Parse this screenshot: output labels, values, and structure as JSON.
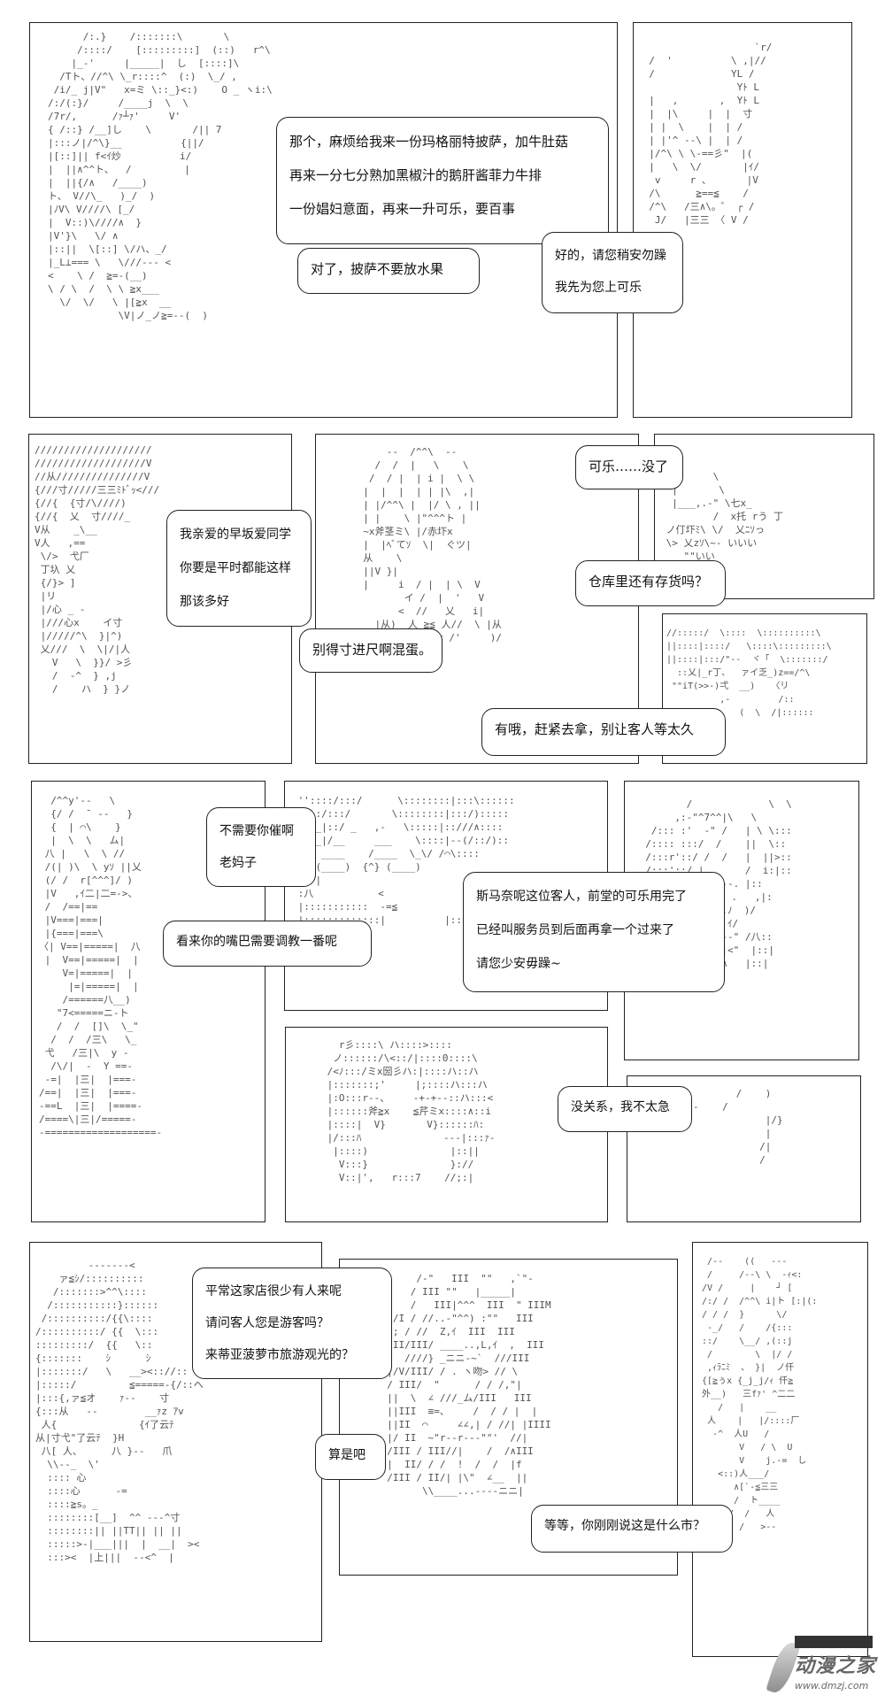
{
  "page": {
    "type": "manga-page",
    "style": "ASCII-art comic"
  },
  "panels": [
    {
      "id": "p1",
      "bubbles": [
        {
          "lines": [
            "那个，麻烦给我来一份玛格丽特披萨，加牛肚菇",
            "再来一分七分熟加黑椒汁的鹅肝酱菲力牛排",
            "一份娼妇意面，再来一升可乐，要百事"
          ]
        },
        {
          "lines": [
            "对了，披萨不要放水果"
          ]
        }
      ]
    },
    {
      "id": "p2",
      "bubbles": [
        {
          "lines": [
            "好的，请您稍安勿躁",
            "我先为您上可乐"
          ]
        }
      ]
    },
    {
      "id": "p3",
      "bubbles": [
        {
          "lines": [
            "我亲爱的早坂爱同学",
            "你要是平时都能这样",
            "那该多好"
          ]
        }
      ]
    },
    {
      "id": "p4",
      "bubbles": [
        {
          "lines": [
            "可乐……没了"
          ]
        },
        {
          "lines": [
            "仓库里还有存货吗？"
          ]
        },
        {
          "lines": [
            "别得寸进尺啊混蛋。"
          ]
        },
        {
          "lines": [
            "有哦，赶紧去拿，别让客人等太久"
          ]
        }
      ]
    },
    {
      "id": "p7",
      "bubbles": [
        {
          "lines": [
            "不需要你催啊",
            "老妈子"
          ]
        },
        {
          "lines": [
            "看来你的嘴巴需要调教一番呢"
          ]
        }
      ]
    },
    {
      "id": "p8",
      "bubbles": [
        {
          "lines": [
            "斯马奈呢这位客人，前堂的可乐用完了",
            "已经叫服务员到后面再拿一个过来了",
            "请您少安毋躁~"
          ]
        }
      ]
    },
    {
      "id": "p10",
      "bubbles": [
        {
          "lines": [
            "没关系，我不太急"
          ]
        }
      ]
    },
    {
      "id": "p12",
      "bubbles": [
        {
          "lines": [
            "平常这家店很少有人来呢",
            "请问客人您是游客吗？",
            "来蒂亚菠萝市旅游观光的？"
          ]
        }
      ]
    },
    {
      "id": "p13",
      "bubbles": [
        {
          "lines": [
            "算是吧"
          ]
        },
        {
          "lines": [
            "等等，你刚刚说这是什么市？"
          ]
        }
      ]
    }
  ],
  "ascii_art": {
    "p1": "      /:.}    /:::::::\\       \\\n     /::::/    [:::::::::]  (::)   r^\\\n    |_-'     |_____|  し  [::::]\\\n  /Tト、//^\\ \\_r::::^  (:)  \\_/ ,\n /i/_ j|V\"   x=ミ \\::_}<:)    O _ ヽi:\\\n/:/(:}/     /____j  \\  \\\n/7r/,      /ｧ┴ｧ'     V'\n{ /::} /__]し    \\       /|| 7\n|:::ノ|/^\\}__          {||/\n|[::]|| f<ｲ炒          i/\n|  ||∧^^ト、  /         |\n|  ||{/∧   /____)\nト、 V//\\_   )_/  )\n|ﾉV\\ V////\\ [_/\n|  V::)\\////∧  }\n|V'}\\   \\/ ∧\n|::||  \\[::] \\/ハ、_/\n|_L⊥=== \\   \\///--- <\n<    \\ /  ≧=-(__)\n\\ / \\  /  \\ \\ ≧x___\n  \\/  \\/   \\ |[≧x  __\n            \\V|ノ_ノ≧=--(  )",
    "p2": "                    `r/\n  /  '          \\ ,|//\n  /             YL /\n                 Yﾄ L\n  |   ,       ,  Yﾄ L\n  |  |\\     |  |  寸\n  | |  \\    |  | /\n  | |'^ --\\ |  | /\n  |/^\\ \\ \\-==彡\"  |(\n  |   \\  \\/       |ｲ/\n   v     r 、      |V\n  /\\      ≧==≦    /\n  /^\\   /三∧\\。゜ ┌ /\n   J/   |三三 〈 V / ",
    "p3": "////////////////////\n///////////////////V\n//从///////////////V\n{///寸/////三三ﾐﾄﾞｯ<///\n{//{  {寸/\\////)\n{//{  乂  寸////_\nV从    _\\__\nV人   ,==\n \\/>  弋厂\n 丁圦 乂\n {/}> ]\n |リ\n |/心 _ -\n |///心x    イ寸\n |/////^\\  }|^)\n 乂///  \\  \\|/|人\n   V   \\  }}/ >彡\n   /  -^  } ,j\n   /    ハ  } }ノ",
    "p4": "      --  /^^\\  --\n    /  /  |   \\    \\\n   /  / |  | i |  \\ \\\n  |  |  |  | | |\\  ,|\n  | |/^^\\ |  |/ \\ , ||\n  | |    \\ |\"^^^ト |\n  ~x斧茎ミ\\ |/赤圷x\n  |  |ﾍﾞてｿ  \\|  ぐツ|\n  从    \\\n  ||V }|\n  |     i  / |  | \\  V\n         イ /  |  '   V\n        <  //   乂   i|\n    |从)  人 ≧≦ 人//  \\ |从\n    ||ノ  |  \">< /'     )/\n    乂-==[    /=\n  -/======-\\/{{",
    "p5": "  |      \\\n  |       \\\n  |___,.-\" \\七x_\n         /  x托 rう 丁\n ノ仃圷ﾐ\\ \\/  乂ﾆｿっ\n \\> 乂zｿ\\~- いいい\n    \"\"いい",
    "p6": "//:::::/  \\::::  \\::::::::::\\\n||::::|::::/   \\::::\\:::::::::\\\n||::::|:::/\"--  ヾ「  \\:::::::/\n  ::乂|_r丁、  ァイ乏_)z==/^\\\n \"\"iT(>>-)弌  __)   〈リ\n          ,-         /::\n        /h、  (  \\  /|::::::",
    "p7": "  /^^y'--   \\\n  {/ /  ̄  --   }\n  {  | ⌒\\    }\n  |  \\  \\   ム|\n 八 |   \\  \\ //\n /(| )\\  \\ yｿ ||乂\n (/ /  r[^^^]/ )\n |V   ,ｲ二|二=->、\n /  /==|==\n |V===|===|\n |{===|===\\\n〈| V==|=====|  八\n |  V==|=====|  |\n    V=|=====|  |\n     |=|=====|  |\n    /======八__)\n   \"7<=====ニ-ト\n   /  /  []\\  \\_\"\n  /  /  /三\\   \\_\n 弋   /三|\\  y -\n  /\\/|  -  Y ==-\n -=|  |三|  |===-\n/==|  |三|  |===-\n-==L  |三|  |====-\n/====\\|三|/=====-\n-===================-",
    "p8": " ''::::/:::/      \\::::::::|:::\\::::::\n ::::/:::/       \\::::::::|:::/):::::\n ::|_|::/ _   ,-   \\:::::|::///∧::::\n ::|_|/__     ___    \\::::|--(/::/)::\n :(  ____    /____  \\_\\/ /⌒\\::::\n :{ (____)  {^} (____)\n :[ |\n :八           <\n |:::::::::::  -=≦\n |:::::::::::::|          |:::::::::::::",
    "p9": "         /             \\  \\\n       ,:-\"^7^^|\\   \\\n   /::: :'  -\" /   | \\ \\:::\n  /:::: :::/  /    ||  \\::\n  /:::r'::/ /  /   |  ||>::\n  /:::'::/ |       /  i:|::\n    ---,   /  ---. |::\n   r::/  )  ,.-゜.   ,|:\n   ---\"   (  ir.ﾉ  )/\n  \\  ,--'   \\.  ｲ/\n   \\::\\ \\,..  \"--\" /八::\n   \\:::|(::::  |<\"  |::|\n   \\::::/ \\::\" ∧   |::|",
    "p10": "   r彡::::\\ ハ::::>::::\n  ノ::::::/\\<::/|::::0::::\\\n /<ﾉ:::/ミx圀彡ハ:|::::ハ::ハ\n |:::::::;'     |;::::ハ:::ハ\n |:O:::r--、    -+-+--::ハ:::<\n |::::::斧≧x    ≦芹ミx::::∧::i\n |::::|  V}       V}::::::ﾊ:\n |/:::ﾊ              ---|:::ｧ-\n  |::::)              |::||\n   V:::}              }://\n   V::|',   r:::7    //;:|",
    "p11": "    - --         /    )\n        ァ-    /\n                      |/}\n                      |\n                     /|\n                     /",
    "p12": "         -------<\n    ァ≦ｼ/::::::::::\n   /:::::::>^^\\::::\n  /:::::::::::}::::::\n /::::::::::/{{\\::::\n/::::::::::/ {{  \\:::\n:::::::::/  {{   \\::\n{:::::::    ｼ      ｼ\n|:::::::/   \\   __><:://::\n|:::::/         ≦=====-{/::ヘ\n|:::{,ァ≦オ    ｧ--    寸\n{:::从   --        __ｧz ｱv\n 人{              {ｲ了云ﾃ\n从|寸弋\"了云ﾃ  }H\n 八[ 人、     八 }--   爪\n  \\\\--_  \\'\n  :::: 心\n  ::::心      -=\n  ::::≧s。_\n  ::::::::[__]  ^^ ---^寸\n  ::::::::|| ||TT|| || ||\n  :::::>-|___|||  |  __|  ><\n  :::><  |上|||  --<^  |",
    "p13": "       /-\"   III  \"\"   ,`\"-\n      / III \"\"   |_____|\n      /   III|^^^  III  \" IIIM\n   /I / //..-\"^^) :\"\"   III\n  /; / //  Z,ｲ  III  III\n  III/III/ ____..,L,ｲ  ,  III\n  /  ////} _ニニ-~`  ///III\n  |/V/III/ / . ヽ吻> // \\\n  / III/  \"      / / /,\"|\n  ||  \\  ∠ ///_ム/III   III\n  ||III  ≡=、    /  / / |  |\n  ||II  ⌒     ∠∠,| / //| |IIII\n  |/ II  ~\"r--r---\"\"'  //|\n  /III / III//|    /  /∧III\n  |  II/ / /  !  /  /  |f\n  /III / II/| |\\\"  ∠__  ||\n        \\\\____...----ニニ|",
    "p14": "  /--    ((   ---\n  /     /--\\ \\  -ｨ<:\n /V /     |    ┘ [\n /:/ /  /^^\\ i|ト [:|(:\n / / /  }      \\/\n  -_/   /    /{:::\n ::/    \\__/ ,(::j\n  /        \\  |/ /\n  ,ｨﾗﾆﾐ  、 }|  ノ仟\n {[≧ぅx {_j_j/ｨ 仟≧\n 外__)   三fｧ' ^二二\n    /   |    __\n  人    |   |/::::厂\n   -^  人U   /\n        V   / \\  U\n        V    j.-=  し\n    <::)人___/\n       ∧[`-≦三三\n       /  ト____\n      /  /   人\n     /  /   >--"
  },
  "watermark": {
    "brand": "动漫之家",
    "url": "www.dmzj.com"
  }
}
